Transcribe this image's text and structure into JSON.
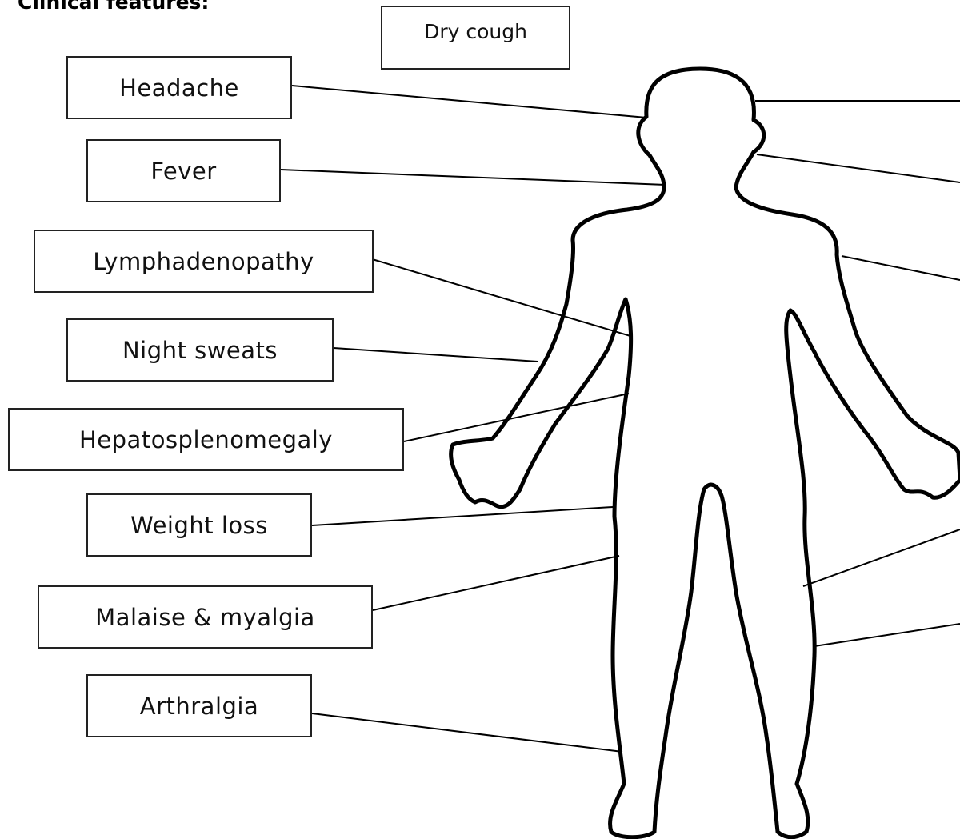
{
  "heading": "Clinical features:",
  "labels": {
    "dry_cough": "Dry cough",
    "headache": "Headache",
    "fever": "Fever",
    "lymphadenopathy": "Lymphadenopathy",
    "night_sweats": "Night sweats",
    "hepatosplenomegaly": "Hepatosplenomegaly",
    "weight_loss": "Weight loss",
    "malaise_myalgia": "Malaise & myalgia",
    "arthralgia": "Arthralgia"
  }
}
